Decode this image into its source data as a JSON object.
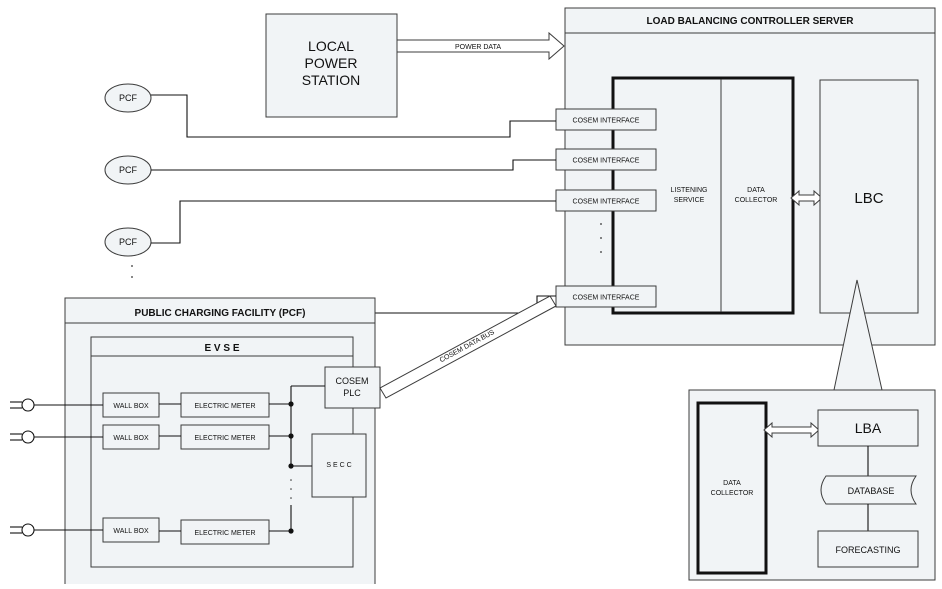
{
  "colors": {
    "box_fill": "#f1f4f6",
    "stroke": "#3c3c3c",
    "line": "#111111",
    "background": "#ffffff"
  },
  "server": {
    "title": "LOAD BALANCING CONTROLLER SERVER"
  },
  "local_power_station": {
    "line1": "LOCAL",
    "line2": "POWER",
    "line3": "STATION"
  },
  "power_data_label": "POWER DATA",
  "pcf_node_label": "PCF",
  "cosem_interface_label": "COSEM INTERFACE",
  "listening_service": {
    "line1": "LISTENING",
    "line2": "SERVICE"
  },
  "data_collector": {
    "line1": "DATA",
    "line2": "COLLECTOR"
  },
  "lbc_label": "LBC",
  "pcf_facility": {
    "title": "PUBLIC CHARGING FACILITY (PCF)"
  },
  "evse_title": "E V S E",
  "wall_box_label": "WALL BOX",
  "electric_meter_label": "ELECTRIC METER",
  "cosem_plc": {
    "line1": "COSEM",
    "line2": "PLC"
  },
  "secc_label": "S E C C",
  "cosem_data_bus_label": "COSEM DATA BUS",
  "lba_panel": {
    "data_collector": {
      "line1": "DATA",
      "line2": "COLLECTOR"
    },
    "lba_label": "LBA",
    "database_label": "DATABASE",
    "forecasting_label": "FORECASTING"
  },
  "icons": [
    "plug-icon",
    "double-arrow-icon",
    "ellipsis-dots"
  ]
}
